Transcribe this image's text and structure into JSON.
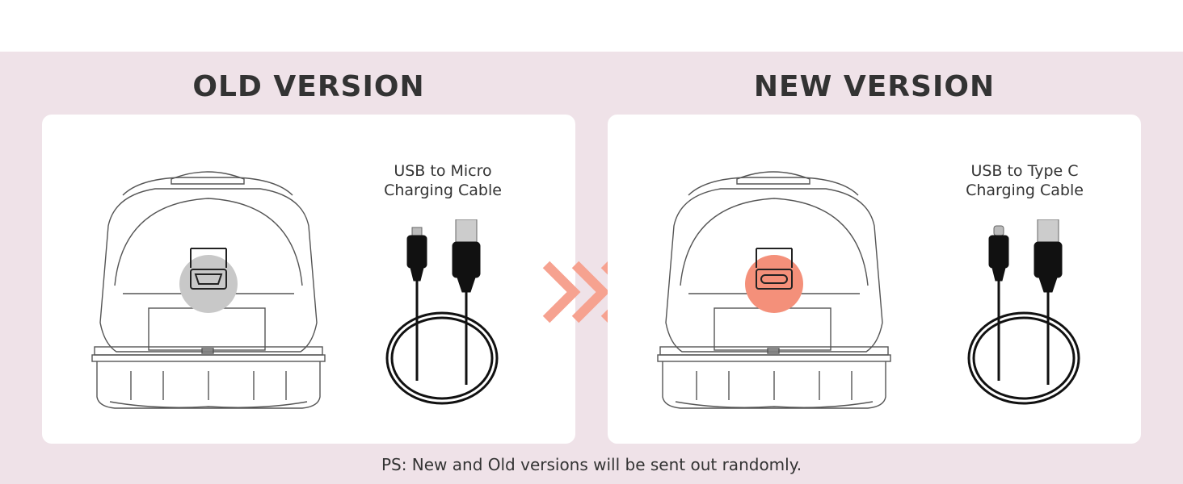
{
  "old": {
    "heading": "OLD VERSION",
    "cable_label_line1": "USB to Micro",
    "cable_label_line2": "Charging Cable",
    "port_type": "micro-usb-port-icon",
    "port_highlight_color": "#c8c8c8"
  },
  "new": {
    "heading": "NEW VERSION",
    "cable_label_line1": "USB to Type C",
    "cable_label_line2": "Charging Cable",
    "port_type": "usb-c-port-icon",
    "port_highlight_color": "#f4907a"
  },
  "arrow_color": "#f6a290",
  "background_color": "#efe2e8",
  "footnote": "PS: New and Old versions will be sent out randomly."
}
